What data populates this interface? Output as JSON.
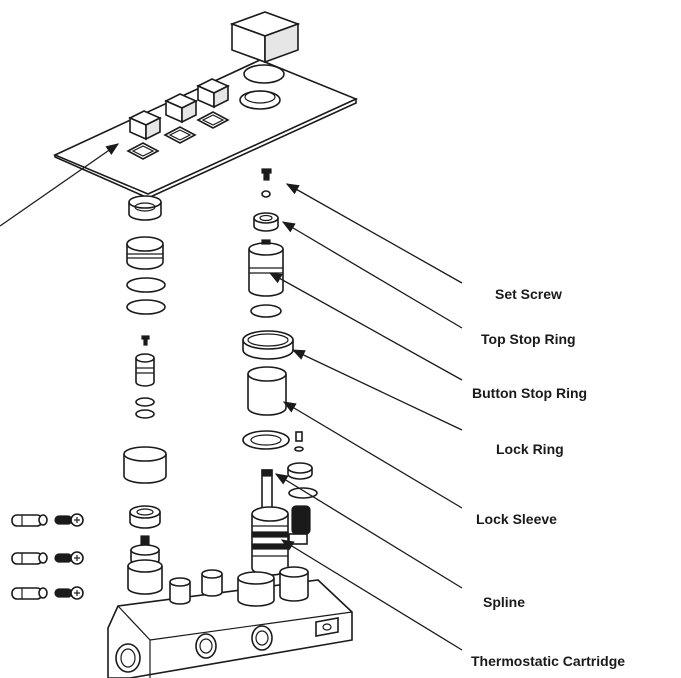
{
  "labels": {
    "set_screw": "Set Screw",
    "top_stop_ring": "Top Stop Ring",
    "button_stop_ring": "Button Stop Ring",
    "lock_ring": "Lock Ring",
    "lock_sleeve": "Lock Sleeve",
    "spline": "Spline",
    "thermostatic_cartridge": "Thermostatic Cartridge"
  },
  "colors": {
    "line": "#1a1a1a",
    "fill": "#ffffff",
    "shade": "#e6e6e6"
  }
}
